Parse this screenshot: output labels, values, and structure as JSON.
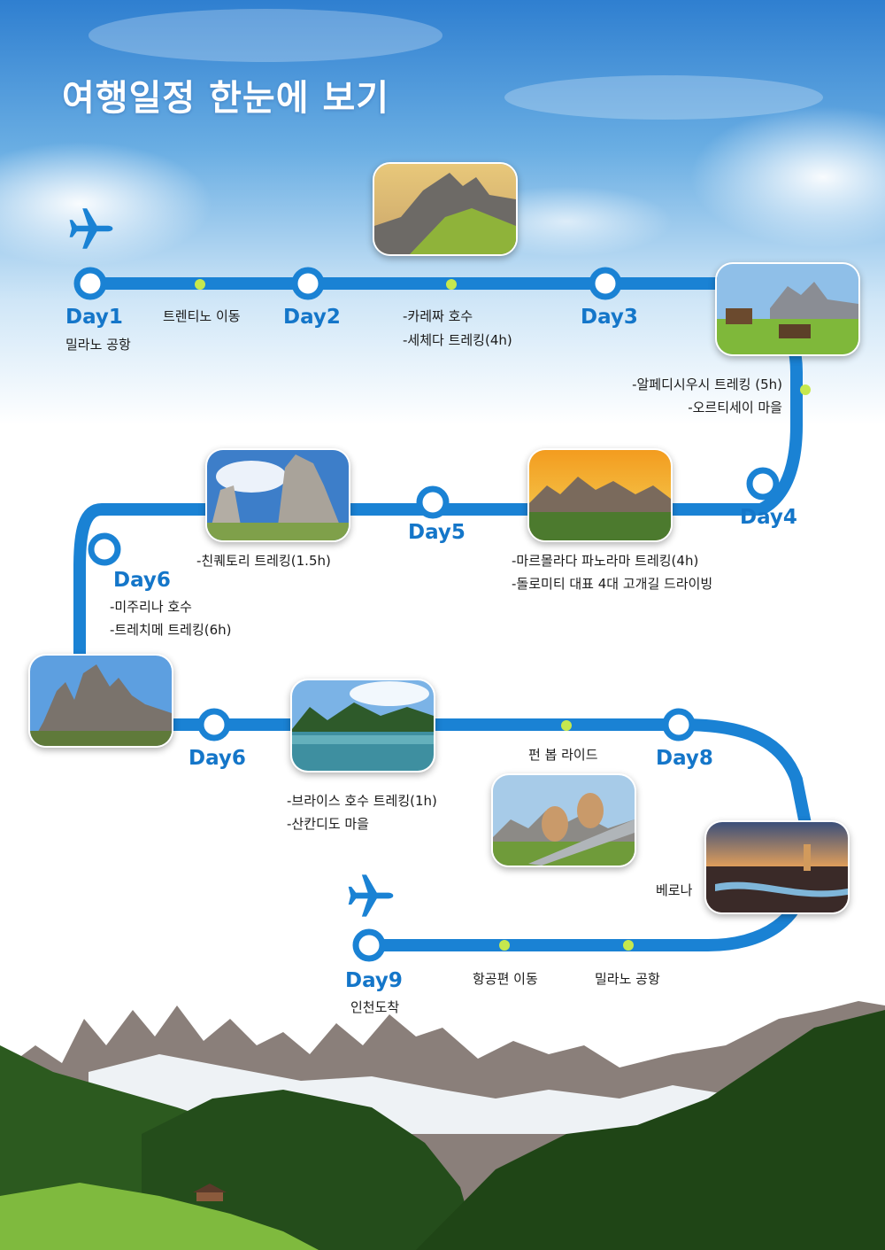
{
  "title": "여행일정 한눈에 보기",
  "colors": {
    "route": "#1a82d4",
    "station_fill": "#ffffff",
    "waypoint": "#c6e84d",
    "day_text": "#1476c9"
  },
  "icons": {
    "plane": "airplane-icon"
  },
  "days": {
    "d1": "Day1",
    "d2": "Day2",
    "d3": "Day3",
    "d4": "Day4",
    "d5": "Day5",
    "d6a": "Day6",
    "d6b": "Day6",
    "d8": "Day8",
    "d9": "Day9"
  },
  "labels": {
    "milan_airport": "밀라노 공항",
    "trentino_move": "트렌티노 이동",
    "karersee": "-카레짜 호수",
    "seceda": "-세체다 트레킹(4h)",
    "alpe": "-알페디시우시 트레킹 (5h)",
    "ortisei": "-오르티세이 마을",
    "marmolada": "-마르몰라다 파노라마 트레킹(4h)",
    "dolomiti_drive": "-돌로미티 대표 4대 고개길 드라이빙",
    "cinque_torri": "-친퀘토리 트레킹(1.5h)",
    "misurina": "-미주리나 호수",
    "tre_cime": "-트레치메 트레킹(6h)",
    "braies": "-브라이스 호수 트레킹(1h)",
    "san_candido": "-산칸디도 마을",
    "fun_bob": "펀 봅 라이드",
    "verona": "베로나",
    "airport_move": "항공편 이동",
    "milan_airport_2": "밀라노 공항",
    "incheon": "인천도착"
  }
}
